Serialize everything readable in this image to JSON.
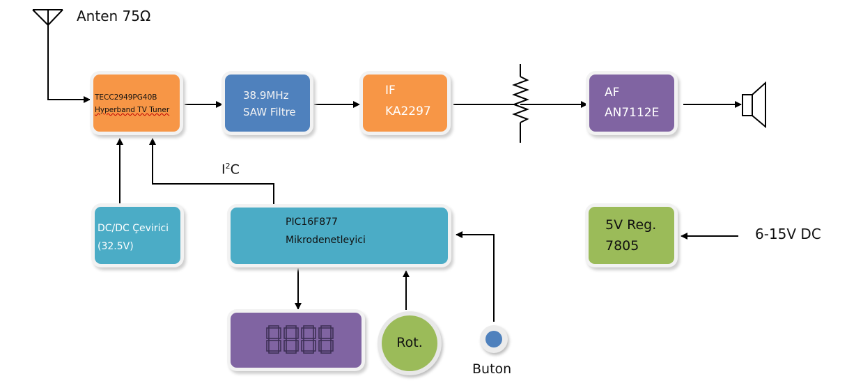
{
  "antenna": {
    "label": "Anten 75Ω"
  },
  "tuner": {
    "line1": "TECC2949PG40B",
    "line2": "Hyperband TV Tuner",
    "color": "#f79646"
  },
  "saw": {
    "line1": "38.9MHz",
    "line2": "SAW Filtre",
    "color": "#4f81bd"
  },
  "if_block": {
    "line1": "IF",
    "line2": "KA2297",
    "color": "#f79646"
  },
  "af": {
    "line1": "AF",
    "line2": "AN7112E",
    "color": "#8064a2"
  },
  "dcdc": {
    "line1": "DC/DC Çevirici",
    "line2": "(32.5V)",
    "color": "#4bacc6"
  },
  "mcu": {
    "line1": "PIC16F877",
    "line2": "Mikrodenetleyici",
    "color": "#4bacc6"
  },
  "reg": {
    "line1": "5V Reg.",
    "line2": "7805",
    "color": "#9bbb59"
  },
  "supply": {
    "label": "6-15V DC"
  },
  "i2c": {
    "base": "I",
    "sup": "2",
    "suffix": "C"
  },
  "display": {
    "color": "#8064a2",
    "digits": "8888"
  },
  "rotary": {
    "label": "Rot.",
    "color": "#9bbb59"
  },
  "button": {
    "label": "Buton",
    "color": "#4f81bd"
  }
}
